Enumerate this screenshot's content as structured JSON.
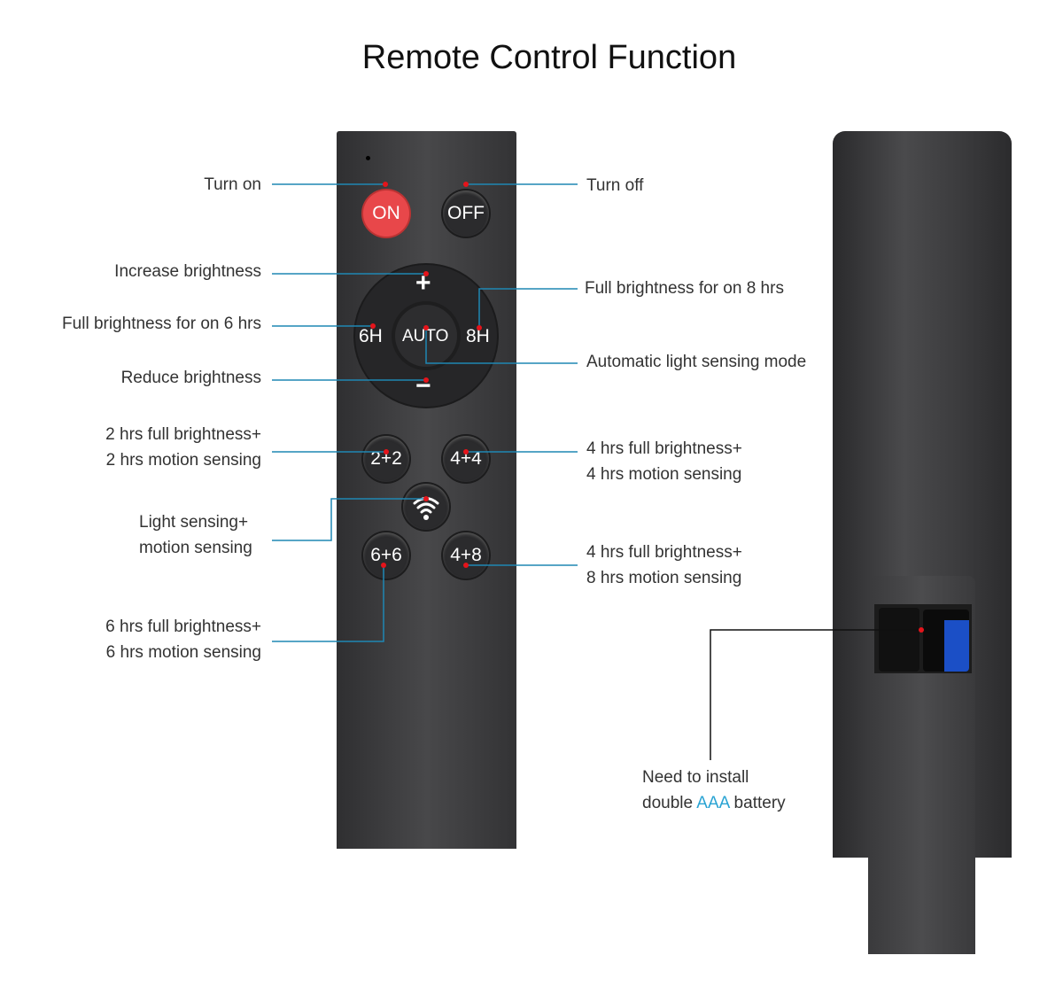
{
  "title": "Remote Control Function",
  "buttons": {
    "on": "ON",
    "off": "OFF",
    "plus": "+",
    "minus": "−",
    "h6": "6H",
    "auto": "AUTO",
    "h8": "8H",
    "b22": "2+2",
    "b44": "4+4",
    "b66": "6+6",
    "b48": "4+8"
  },
  "labels": {
    "turn_on": "Turn on",
    "turn_off": "Turn off",
    "increase": "Increase brightness",
    "full8": "Full brightness for on 8 hrs",
    "full6": "Full brightness for on 6 hrs",
    "auto": "Automatic light sensing mode",
    "reduce": "Reduce brightness",
    "m22a": "2 hrs full brightness+",
    "m22b": "2 hrs motion sensing",
    "m44a": "4 hrs full brightness+",
    "m44b": "4 hrs motion sensing",
    "lsa": "Light sensing+",
    "lsb": "motion sensing",
    "m48a": "4 hrs full brightness+",
    "m48b": "8 hrs motion sensing",
    "m66a": "6 hrs full brightness+",
    "m66b": "6 hrs motion sensing",
    "batt_a": "Need to install",
    "batt_b1": "double ",
    "batt_b2": "AAA",
    "batt_b3": " battery"
  },
  "colors": {
    "leader": "#1f87b3",
    "accent": "#29a3d3",
    "on_button": "#e8474a",
    "marker": "#e5141b"
  }
}
